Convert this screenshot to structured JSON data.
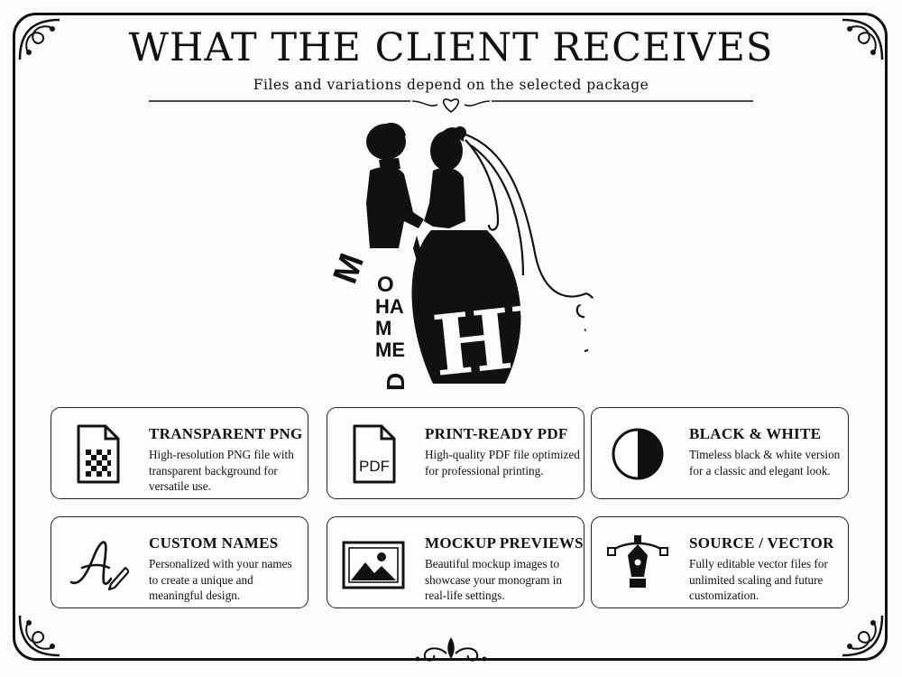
{
  "header": {
    "title": "WHAT THE CLIENT RECEIVES",
    "subtitle": "Files and variations depend on the selected package"
  },
  "hero": {
    "name_left": "MOHAMMED",
    "name_right": "HEBA",
    "icon": "couple-silhouette-monogram-icon"
  },
  "cards": [
    {
      "title": "TRANSPARENT PNG",
      "desc": "High-resolution PNG file with transparent background for versatile use.",
      "icon": "transparent-file-icon"
    },
    {
      "title": "PRINT-READY PDF",
      "desc": "High-quality PDF file optimized for professional printing.",
      "icon": "pdf-file-icon",
      "icon_text": "PDF"
    },
    {
      "title": "BLACK & WHITE",
      "desc": "Timeless black & white version for a classic and elegant look.",
      "icon": "half-circle-icon"
    },
    {
      "title": "CUSTOM NAMES",
      "desc": "Personalized with your names to create a unique and meaningful design.",
      "icon": "script-a-pencil-icon"
    },
    {
      "title": "MOCKUP PREVIEWS",
      "desc": "Beautiful mockup images to showcase your monogram in real-life settings.",
      "icon": "image-frame-icon"
    },
    {
      "title": "SOURCE / VECTOR",
      "desc": "Fully editable vector files for unlimited scaling and future customization.",
      "icon": "pen-tool-icon"
    }
  ],
  "colors": {
    "ink": "#111111",
    "background": "#fbfbfb"
  }
}
